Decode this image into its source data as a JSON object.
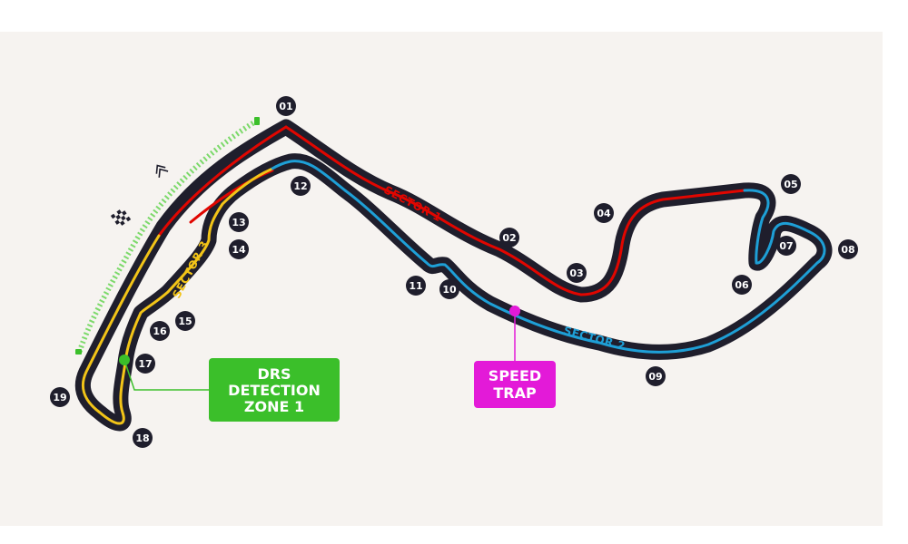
{
  "colors": {
    "background": "#f6f3f0",
    "track": "#1f1e2c",
    "sector1": "#e10600",
    "sector2": "#1e9fd6",
    "sector3": "#f2c418",
    "drs": "#3bbf2a",
    "drs_dashes": "#7cd96a",
    "speed_trap": "#e31ad8",
    "corner_badge": "#1f1e2c"
  },
  "sectors": {
    "s1": "SECTOR 1",
    "s2": "SECTOR 2",
    "s3": "SECTOR 3"
  },
  "drs_zone": {
    "lines": [
      "DRS",
      "DETECTION",
      "ZONE 1"
    ]
  },
  "speed_trap": {
    "lines": [
      "SPEED",
      "TRAP"
    ]
  },
  "corners": [
    "01",
    "02",
    "03",
    "04",
    "05",
    "06",
    "07",
    "08",
    "09",
    "10",
    "11",
    "12",
    "13",
    "14",
    "15",
    "16",
    "17",
    "18",
    "19"
  ],
  "icons": {
    "finish": "checkered-flag-icon",
    "direction": "direction-chevrons-icon"
  }
}
